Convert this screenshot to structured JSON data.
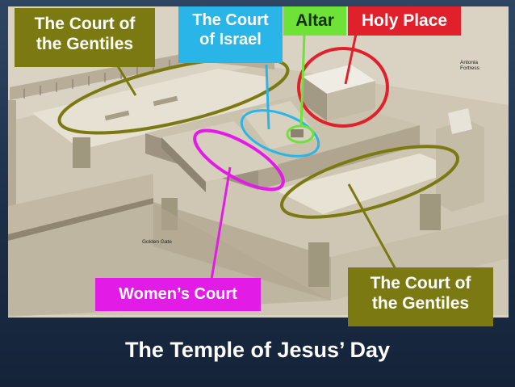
{
  "slide": {
    "title": "The Temple of Jesus’ Day"
  },
  "labels": {
    "court_gentiles_top": {
      "line1": "The Court of",
      "line2": "the Gentiles",
      "color": "#7b7a12"
    },
    "court_israel": {
      "line1": "The Court",
      "line2": "of Israel",
      "color": "#2ab5e8"
    },
    "altar": {
      "text": "Altar",
      "color": "#6ee236"
    },
    "holy_place": {
      "text": "Holy Place",
      "color": "#e0202a"
    },
    "womens_court": {
      "text": "Women’s Court",
      "color": "#e21ce6"
    },
    "court_gentiles_bottom": {
      "line1": "The Court of",
      "line2": "the Gentiles",
      "color": "#7b7a12"
    }
  },
  "map_text": {
    "antonia_line1": "Antonia",
    "antonia_line2": "Fortress",
    "golden_gate": "Golden Gate"
  }
}
